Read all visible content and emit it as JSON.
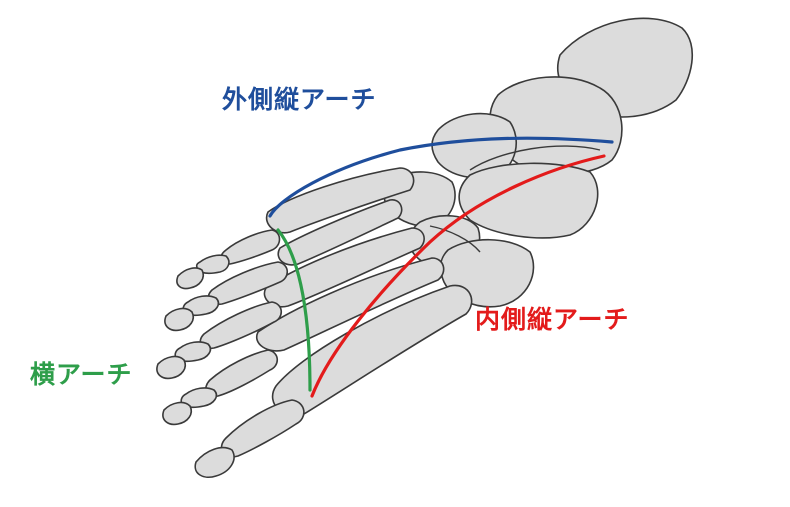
{
  "labels": {
    "lateral_arch": "外側縦アーチ",
    "medial_arch": "内側縦アーチ",
    "transverse_arch": "横アーチ"
  },
  "colors": {
    "lateral_arch": "#1f4e9c",
    "medial_arch": "#e31b1b",
    "transverse_arch": "#2e9e4a",
    "bone_fill": "#dcdcdc",
    "bone_outline": "#3a3a3a"
  }
}
